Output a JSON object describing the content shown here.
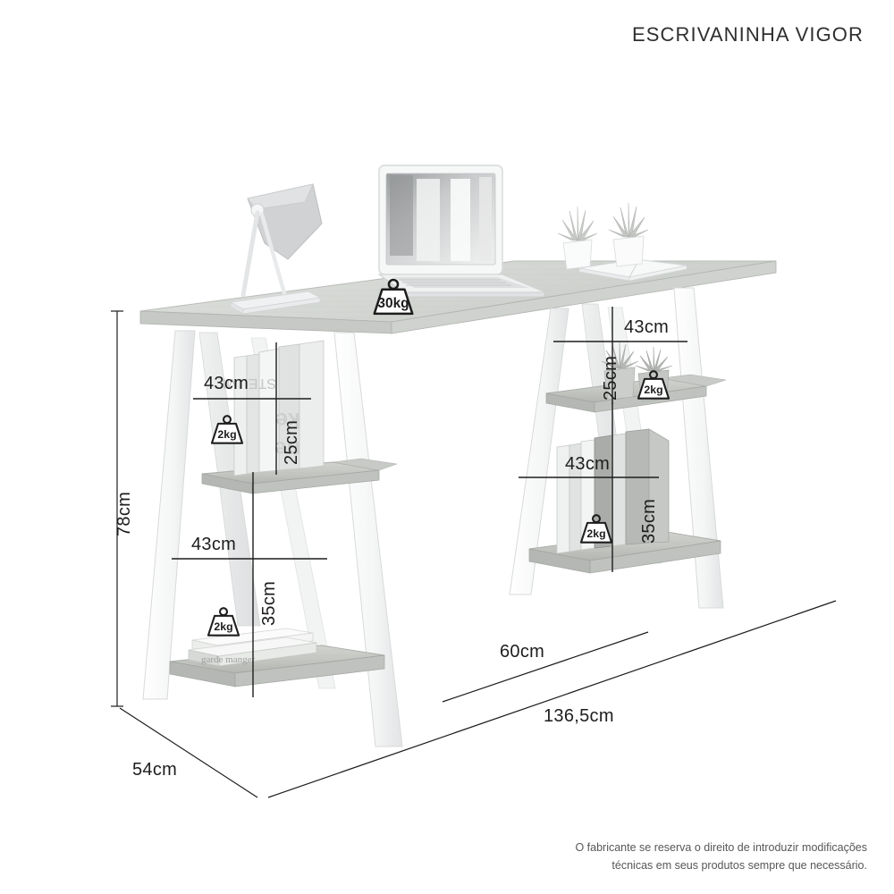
{
  "header": {
    "title": "ESCRIVANINHA VIGOR"
  },
  "footer": {
    "line1": "O fabricante se reserva o direito de introduzir modificações",
    "line2": "técnicas em seus produtos sempre que necessário."
  },
  "product": {
    "name": "Escrivaninha Vigor",
    "type": "trestle-desk",
    "colors": {
      "frame": "#ffffff",
      "frame_shade": "#e8e9ea",
      "frame_shade_dark": "#d8dadb",
      "shelf_wood": "#c9cbc7",
      "shelf_wood_dark": "#b0b3af",
      "desktop": "#d9dbd8",
      "desktop_edge": "#bcbfbb",
      "dimension_line": "#1d1d1d",
      "background": "#ffffff"
    }
  },
  "dimensions": {
    "total_height": "78cm",
    "total_width": "136,5cm",
    "inner_width": "60cm",
    "depth": "54cm",
    "left_upper_shelf_width": "43cm",
    "left_upper_shelf_height": "25cm",
    "left_lower_shelf_width": "43cm",
    "left_lower_shelf_height": "35cm",
    "right_upper_shelf_width": "43cm",
    "right_upper_shelf_height": "25cm",
    "right_lower_shelf_width": "43cm",
    "right_lower_shelf_height": "35cm"
  },
  "weights": {
    "desktop_capacity": "30kg",
    "left_upper_shelf_capacity": "2kg",
    "left_lower_shelf_capacity": "2kg",
    "right_upper_shelf_capacity": "2kg",
    "right_lower_shelf_capacity": "2kg"
  },
  "props": {
    "lamp": "desk-lamp",
    "laptop": "laptop-computer",
    "plants": "succulent-plants",
    "book_open": "open-book",
    "books_upright": "upright-books",
    "books_stacked": "stacked-books",
    "magazines": "magazine-stack"
  }
}
